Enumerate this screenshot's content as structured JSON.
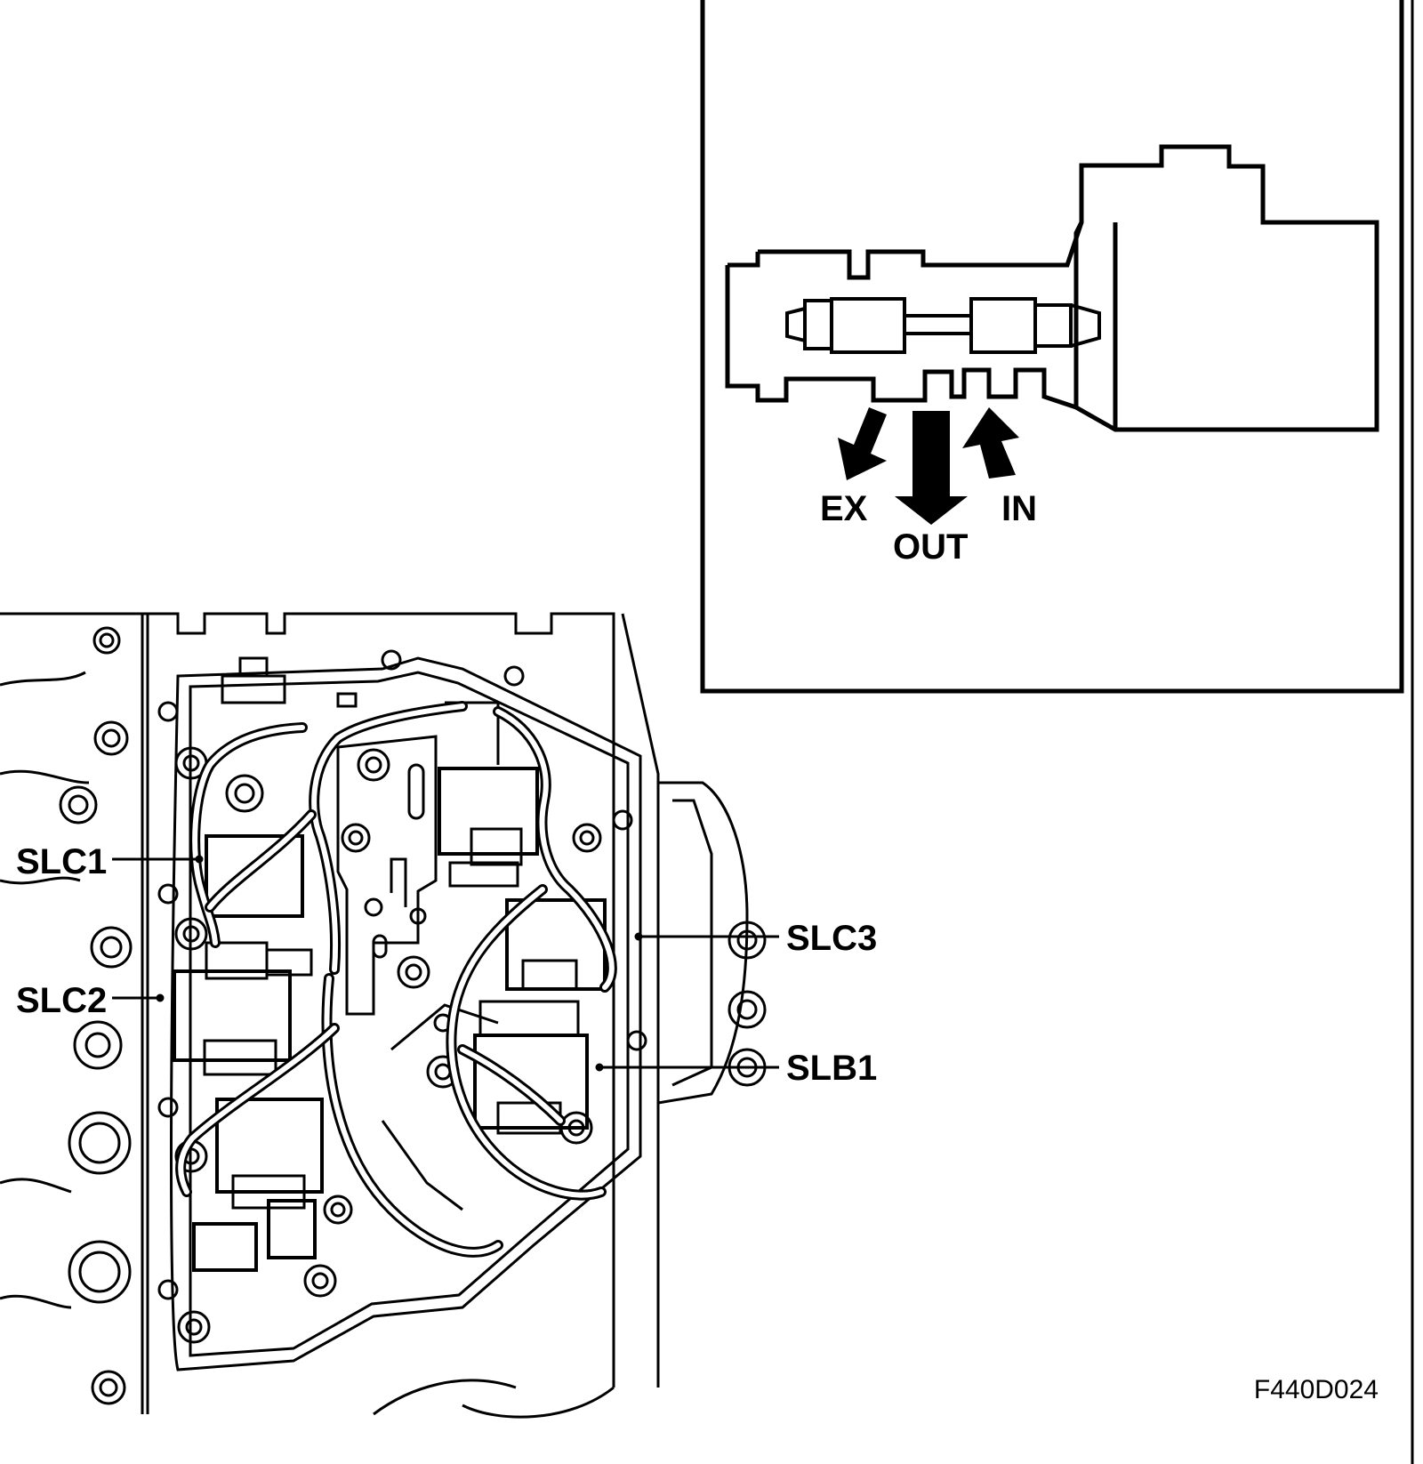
{
  "figure_id": "F440D024",
  "inset": {
    "flow_labels": {
      "ex": "EX",
      "out": "OUT",
      "in": "IN"
    }
  },
  "callouts": {
    "slc1": "SLC1",
    "slc2": "SLC2",
    "slc3": "SLC3",
    "slb1": "SLB1"
  },
  "colors": {
    "ink": "#000000",
    "paper": "#ffffff"
  }
}
